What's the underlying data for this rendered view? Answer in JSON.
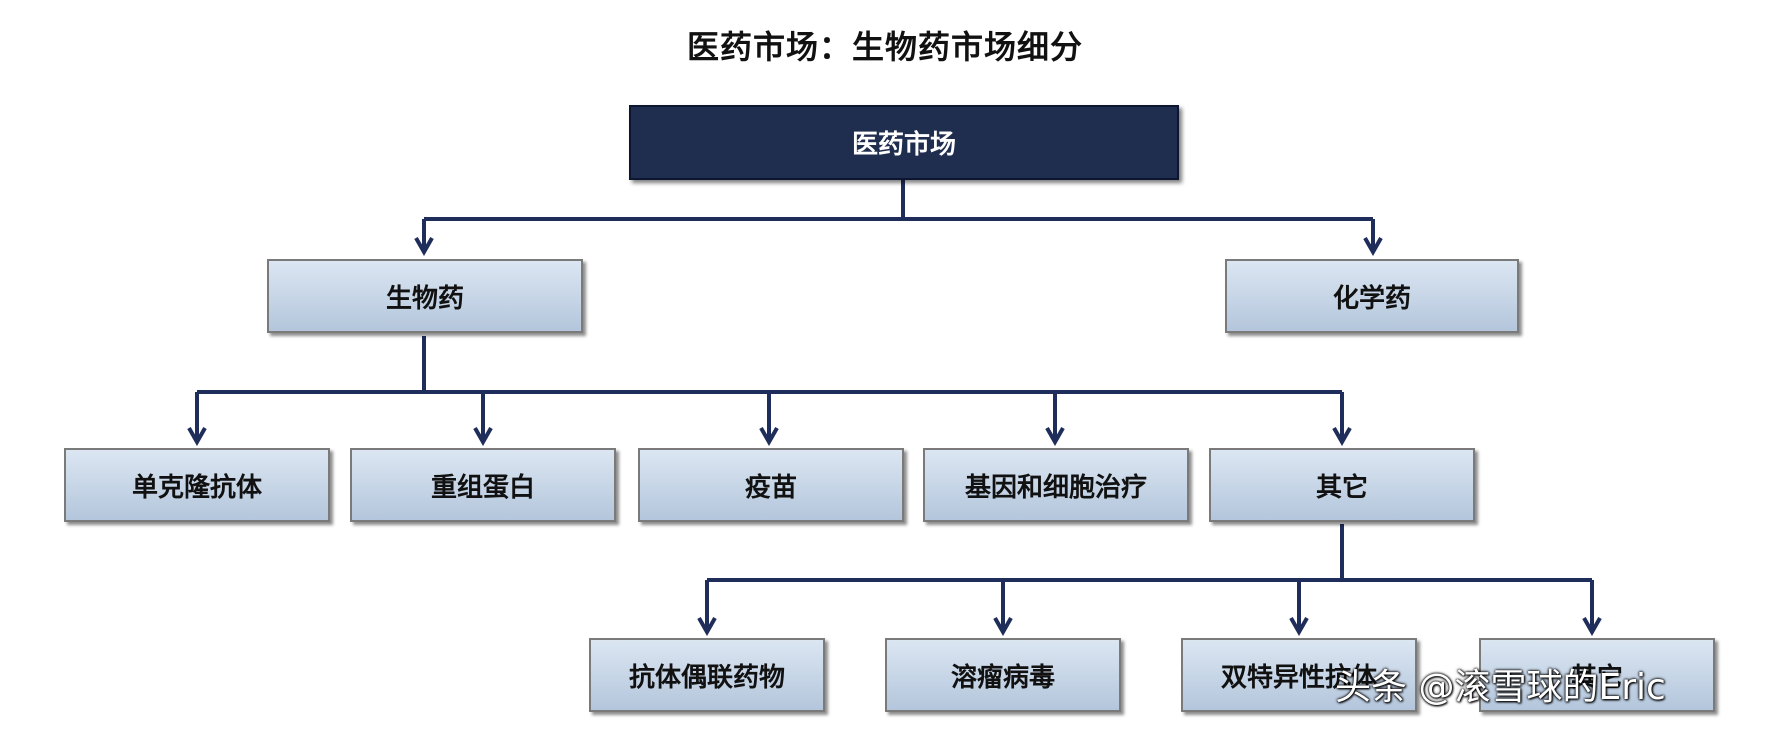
{
  "title": "医药市场：生物药市场细分",
  "root": "医药市场",
  "level1": [
    "生物药",
    "化学药"
  ],
  "level2": [
    "单克隆抗体",
    "重组蛋白",
    "疫苗",
    "基因和细胞治疗",
    "其它"
  ],
  "level3": [
    "抗体偶联药物",
    "溶瘤病毒",
    "双特异性抗体",
    "其它"
  ],
  "watermark": "头条 @滚雪球的Eric",
  "colors": {
    "root_fill": "#1f2d4f",
    "node_fill": "#c8d6e8",
    "connector": "#1f2d5a"
  }
}
